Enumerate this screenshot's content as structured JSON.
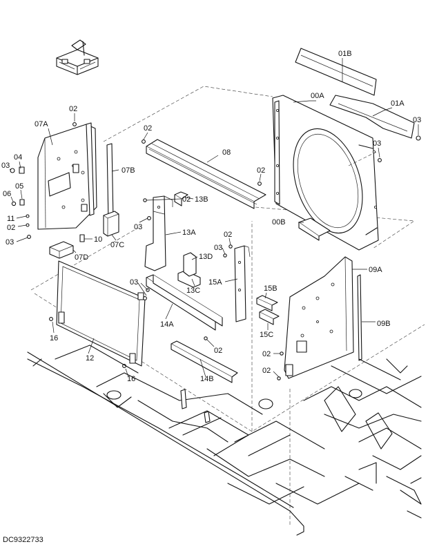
{
  "drawing": {
    "doc_code": "DC9322733",
    "labels": {
      "l01B": "01B",
      "l00A": "00A",
      "l01A": "01A",
      "l03_tr": "03",
      "l03_fan": "03",
      "l02_top": "02",
      "l07A": "07A",
      "l02_07": "02",
      "l08": "08",
      "l02_00A": "02",
      "l04": "04",
      "l03_left": "03",
      "l05": "05",
      "l06": "06",
      "l07B": "07B",
      "l13B": "13B",
      "l03_13": "03",
      "l02_13": "02",
      "l11": "11",
      "l02_left": "02",
      "l03_left2": "03",
      "l10": "10",
      "l07C": "07C",
      "l13A": "13A",
      "l00B": "00B",
      "l02_15": "02",
      "l03_15": "03",
      "l07D": "07D",
      "l13D": "13D",
      "l09A": "09A",
      "l03_14": "03",
      "l15A": "15A",
      "l13C": "13C",
      "l15B": "15B",
      "l14A": "14A",
      "l09B": "09B",
      "l16_a": "16",
      "l15C": "15C",
      "l02_14": "02",
      "l02_09": "02",
      "l12": "12",
      "l16_b": "16",
      "l14B": "14B",
      "l02_09b": "02"
    }
  }
}
